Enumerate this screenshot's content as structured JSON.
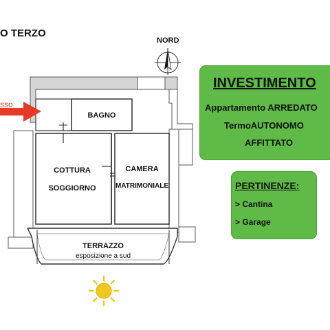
{
  "floor_title": "O TERZO",
  "entry_label": "sso",
  "compass": {
    "label": "NORD"
  },
  "rooms": {
    "bagno": "BAGNO",
    "cottura_line1": "COTTURA",
    "cottura_line2": "SOGGIORNO",
    "camera_line1": "CAMERA",
    "camera_line2": "MATRIMONIALE",
    "terrazzo": "TERRAZZO",
    "terrazzo_sub": "esposizione a sud"
  },
  "investimento": {
    "title": "INVESTIMENTO",
    "lines": [
      "Appartamento ARREDATO",
      "TermoAUTONOMO",
      "AFFITTATO"
    ]
  },
  "pertinenze": {
    "title": "PERTINENZE:",
    "items": [
      "> Cantina",
      "> Garage"
    ]
  },
  "colors": {
    "panel_green": "#5fba47",
    "arrow_red": "#e53a25",
    "sun_yellow": "#f2c81f",
    "wall_gray": "#bdbdbd"
  },
  "icons": [
    "entry-arrow-icon",
    "compass-icon",
    "sun-icon"
  ]
}
